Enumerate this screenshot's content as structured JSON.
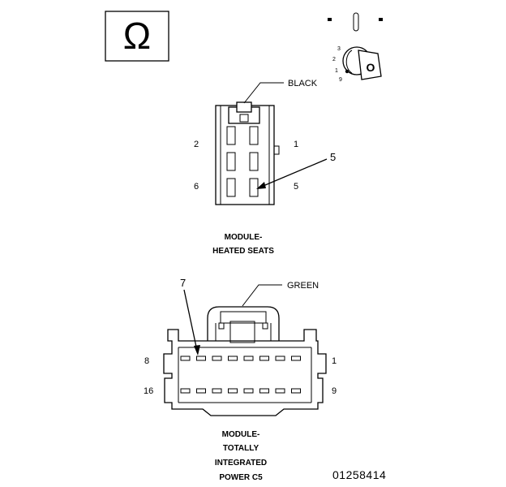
{
  "ohm_symbol": "Ω",
  "key_switch": {
    "positions": [
      "3",
      "2",
      "1",
      "9"
    ],
    "key_letter": "O"
  },
  "heated_seats_connector": {
    "color_callout": "BLACK",
    "pin_labels": {
      "top_left": "2",
      "top_right": "1",
      "bottom_left": "6",
      "bottom_right": "5"
    },
    "callout_number": "5",
    "title_line1": "MODULE-",
    "title_line2": "HEATED SEATS"
  },
  "tipm_connector": {
    "color_callout": "GREEN",
    "callout_number": "7",
    "pin_labels": {
      "top_left": "8",
      "top_right": "1",
      "bottom_left": "16",
      "bottom_right": "9"
    },
    "title_line1": "MODULE-",
    "title_line2": "TOTALLY",
    "title_line3": "INTEGRATED",
    "title_line4": "POWER C5"
  },
  "figure_id": "01258414"
}
